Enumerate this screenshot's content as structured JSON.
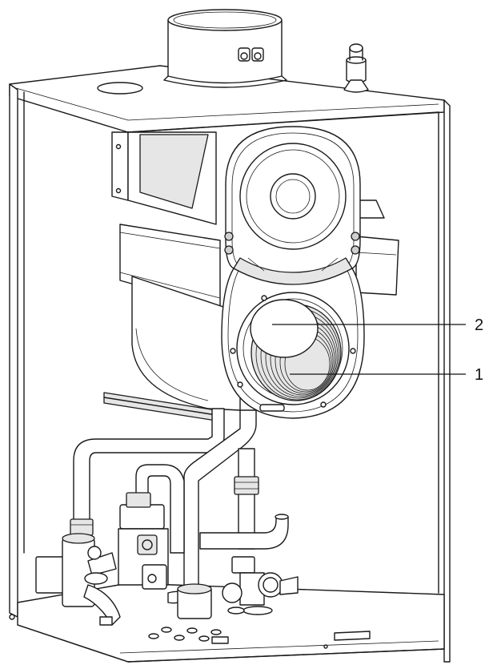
{
  "callouts": [
    {
      "id": "1",
      "label": "1"
    },
    {
      "id": "2",
      "label": "2"
    }
  ],
  "colors": {
    "line": "#1a1a1a",
    "panel": "#ffffff",
    "shade": "#e6e6e6"
  }
}
